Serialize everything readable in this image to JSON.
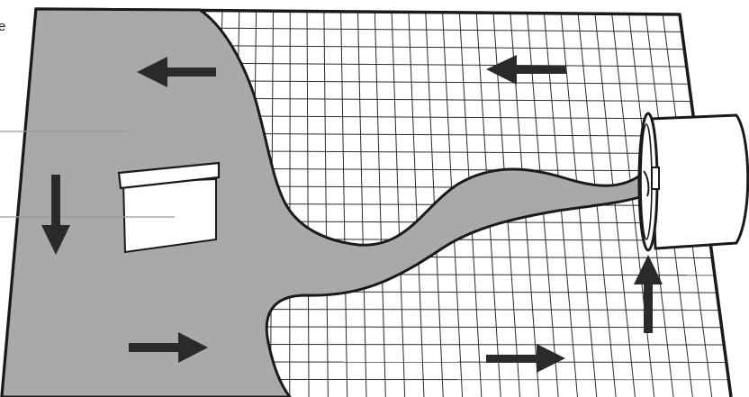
{
  "figure": {
    "cropped_label_text": "e",
    "colors": {
      "outline": "#1a1a1a",
      "grid_line": "#2b2b2b",
      "poured_material": "#a9a9a9",
      "background": "#ffffff",
      "leader_line": "#9a9a9a",
      "form_board": "#ffffff",
      "bucket": "#ffffff"
    },
    "objects": [
      {
        "name": "grid-surface",
        "description_kind": "mesh"
      },
      {
        "name": "poured-material",
        "description_kind": "spreading liquid"
      },
      {
        "name": "form-board",
        "description_kind": "rectangular insert"
      },
      {
        "name": "bucket",
        "description_kind": "tipped container"
      }
    ],
    "arrow_directions": [
      "left",
      "left",
      "down",
      "right",
      "right",
      "up"
    ],
    "leader_lines": 2
  }
}
